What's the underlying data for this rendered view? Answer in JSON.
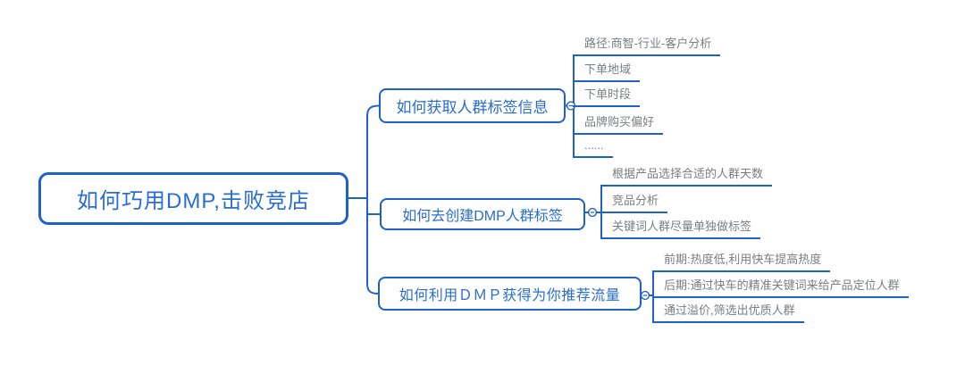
{
  "colors": {
    "line": "#1d62c4",
    "node_text": "#2a6dd0",
    "leaf_text": "#797e83",
    "node_bg": "#ffffff",
    "canvas_bg": "#ffffff"
  },
  "root": {
    "label": "如何巧用DMP,击败竞店"
  },
  "branches": [
    {
      "label": "如何获取人群标签信息",
      "collapse_icon": "minus",
      "children": [
        "路径:商智-行业-客户分析",
        "下单地域",
        "下单时段",
        "品牌购买偏好",
        "......"
      ]
    },
    {
      "label": "如何去创建DMP人群标签",
      "collapse_icon": "minus",
      "children": [
        "根据产品选择合适的人群天数",
        "竞品分析",
        "关键词人群尽量单独做标签"
      ]
    },
    {
      "label": "如何利用ＤＭＰ获得为你推荐流量",
      "collapse_icon": "minus",
      "children": [
        "前期:热度低,利用快车提高热度",
        "后期:通过快车的精准关键词来给产品定位人群",
        "通过溢价,筛选出优质人群"
      ]
    }
  ]
}
